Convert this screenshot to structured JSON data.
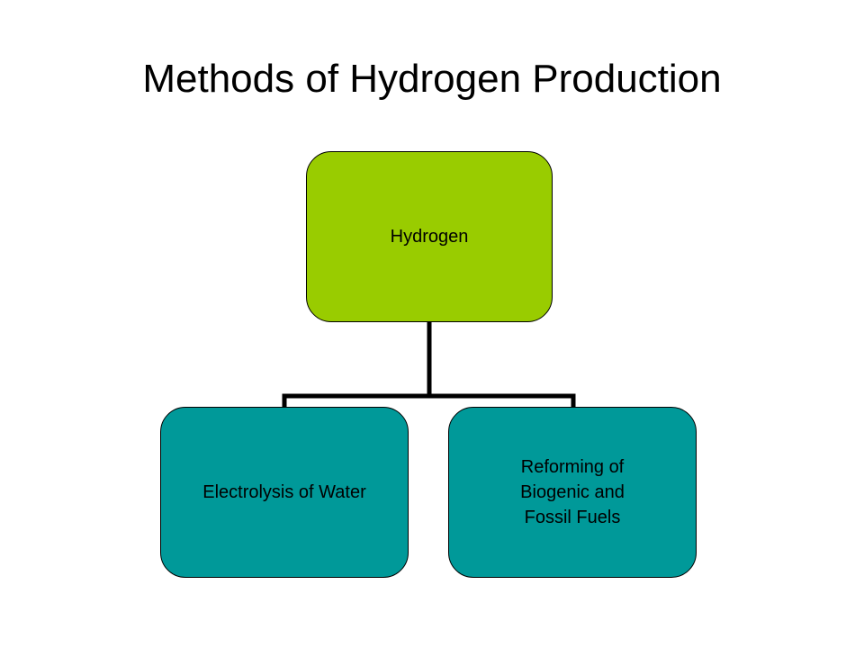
{
  "title": "Methods of Hydrogen Production",
  "colors": {
    "root_fill": "#99cc00",
    "child_fill": "#009999",
    "connector": "#000000"
  },
  "diagram": {
    "root": {
      "label": "Hydrogen"
    },
    "children": [
      {
        "label": "Electrolysis of Water"
      },
      {
        "label": "Reforming of Biogenic and Fossil Fuels"
      }
    ]
  }
}
